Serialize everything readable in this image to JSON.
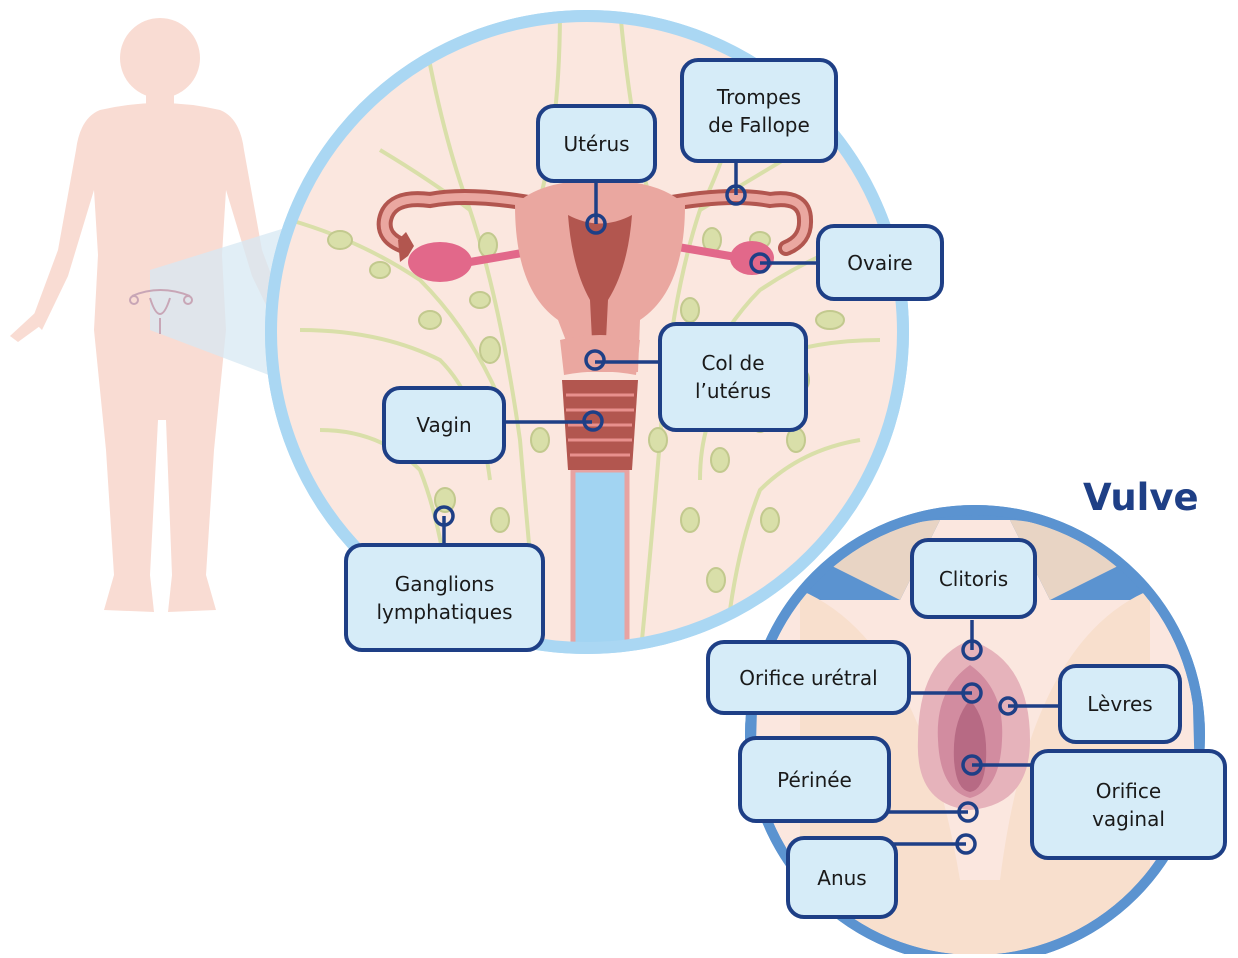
{
  "title": "Vulve",
  "labels": {
    "uterus": "Utérus",
    "tubes_1": "Trompes",
    "tubes_2": "de Fallope",
    "ovary": "Ovaire",
    "cervix_1": "Col de",
    "cervix_2": "l’utérus",
    "vagina": "Vagin",
    "lymph_1": "Ganglions",
    "lymph_2": "lymphatiques",
    "clitoris": "Clitoris",
    "urethral": "Orifice urétral",
    "labia": "Lèvres",
    "perineum": "Périnée",
    "vaginal_1": "Orifice",
    "vaginal_2": "vaginal",
    "anus": "Anus"
  },
  "colors": {
    "label_fill": "#d6ecf8",
    "label_border": "#1e3f86",
    "title": "#1e3f86",
    "circle_rim_light": "#aad7f3",
    "circle_rim_dark": "#5b93d0",
    "background_tissue": "#fbe7df",
    "body_silhouette": "#f9dcd3",
    "uterus": "#eaa7a0",
    "uterus_dark": "#b2564f",
    "ovary": "#e2688a",
    "lymph_node": "#d9dfa9",
    "vagina_canal": "#a2d4f2"
  }
}
